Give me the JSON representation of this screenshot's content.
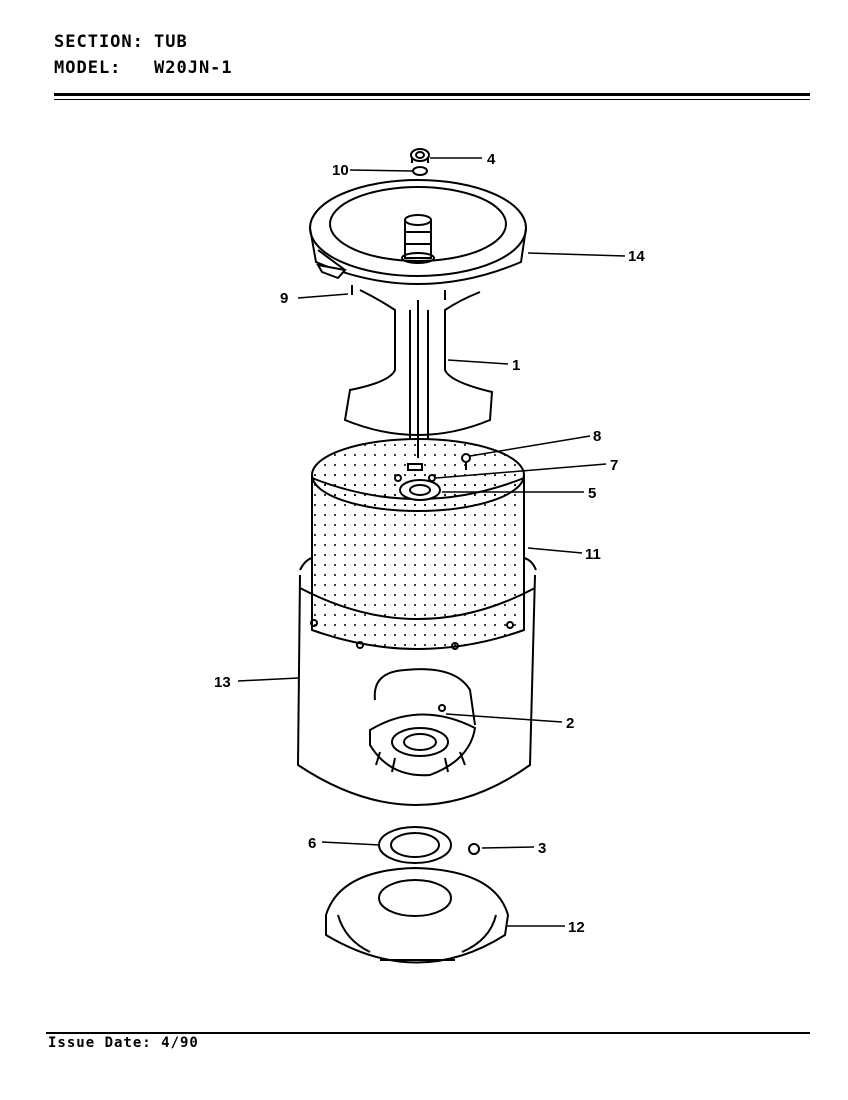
{
  "header": {
    "section_key": "SECTION:",
    "section_value": "TUB",
    "model_key": "MODEL:",
    "model_value": "W20JN-1"
  },
  "footer": {
    "issue_date": "Issue Date: 4/90"
  },
  "callouts": {
    "p1": "1",
    "p2": "2",
    "p3": "3",
    "p4": "4",
    "p5": "5",
    "p6": "6",
    "p7": "7",
    "p8": "8",
    "p9": "9",
    "p10": "10",
    "p11": "11",
    "p12": "12",
    "p13": "13",
    "p14": "14"
  }
}
